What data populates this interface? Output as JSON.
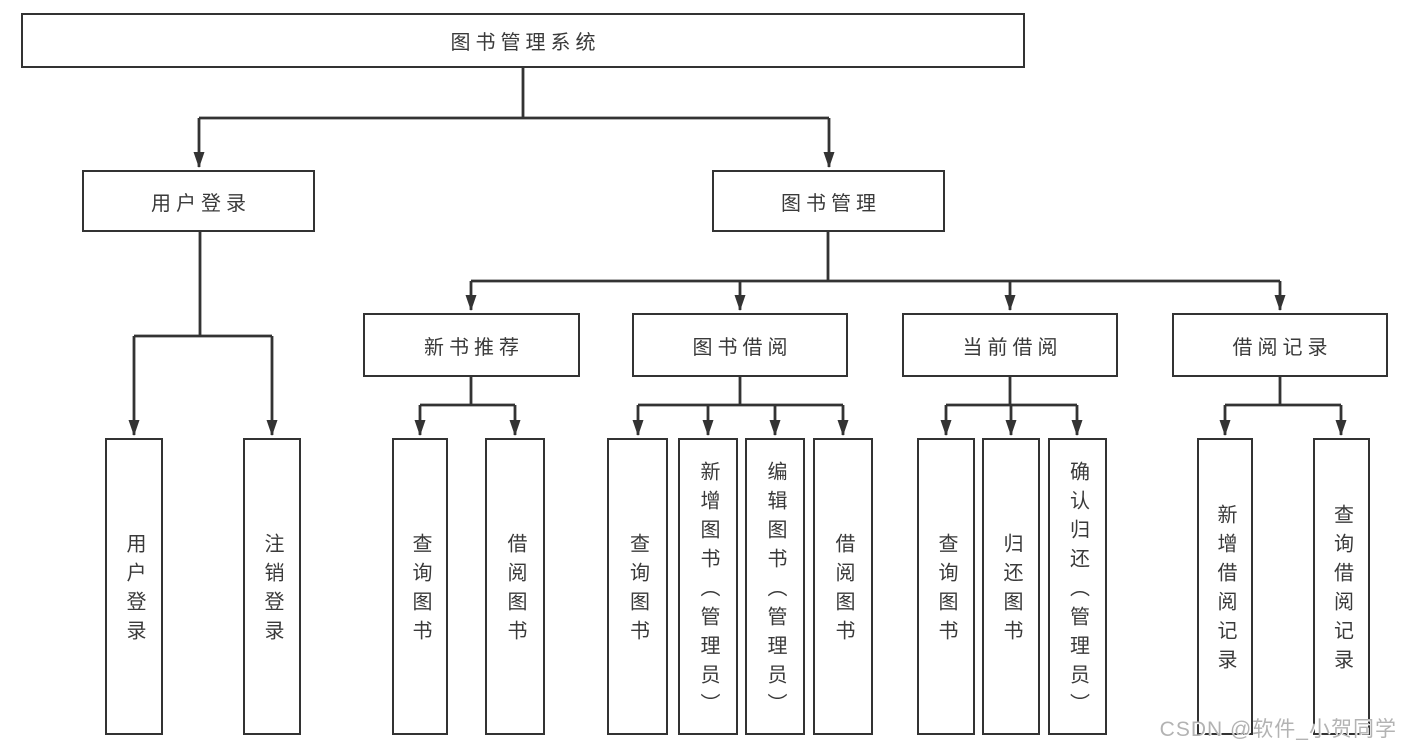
{
  "diagram": {
    "line_color": "#333333",
    "text_color": "#3a3a3a",
    "background_color": "#ffffff",
    "watermark": "CSDN @软件_小贺同学",
    "nodes": {
      "root": {
        "label": "图书管理系统"
      },
      "user_login": {
        "label": "用户登录"
      },
      "book_mgmt": {
        "label": "图书管理"
      },
      "new_book_rec": {
        "label": "新书推荐"
      },
      "book_borrow": {
        "label": "图书借阅"
      },
      "current_borrow": {
        "label": "当前借阅"
      },
      "borrow_records": {
        "label": "借阅记录"
      },
      "leaf_user_login": {
        "label": "用户登录"
      },
      "leaf_logout": {
        "label": "注销登录"
      },
      "rec_query_books": {
        "label": "查询图书"
      },
      "rec_borrow_books": {
        "label": "借阅图书"
      },
      "bb_query_books": {
        "label": "查询图书"
      },
      "bb_add_books": {
        "label": "新增图书（管理员）"
      },
      "bb_edit_books": {
        "label": "编辑图书（管理员）"
      },
      "bb_borrow_books": {
        "label": "借阅图书"
      },
      "cb_query_books": {
        "label": "查询图书"
      },
      "cb_return_books": {
        "label": "归还图书"
      },
      "cb_confirm_return": {
        "label": "确认归还（管理员）"
      },
      "br_add_record": {
        "label": "新增借阅记录"
      },
      "br_query_record": {
        "label": "查询借阅记录"
      }
    },
    "edges": [
      "图书管理系统→用户登录",
      "图书管理系统→图书管理",
      "用户登录→用户登录",
      "用户登录→注销登录",
      "图书管理→新书推荐",
      "图书管理→图书借阅",
      "图书管理→当前借阅",
      "图书管理→借阅记录",
      "新书推荐→查询图书",
      "新书推荐→借阅图书",
      "图书借阅→查询图书",
      "图书借阅→新增图书（管理员）",
      "图书借阅→编辑图书（管理员）",
      "图书借阅→借阅图书",
      "当前借阅→查询图书",
      "当前借阅→归还图书",
      "当前借阅→确认归还（管理员）",
      "借阅记录→新增借阅记录",
      "借阅记录→查询借阅记录"
    ]
  }
}
